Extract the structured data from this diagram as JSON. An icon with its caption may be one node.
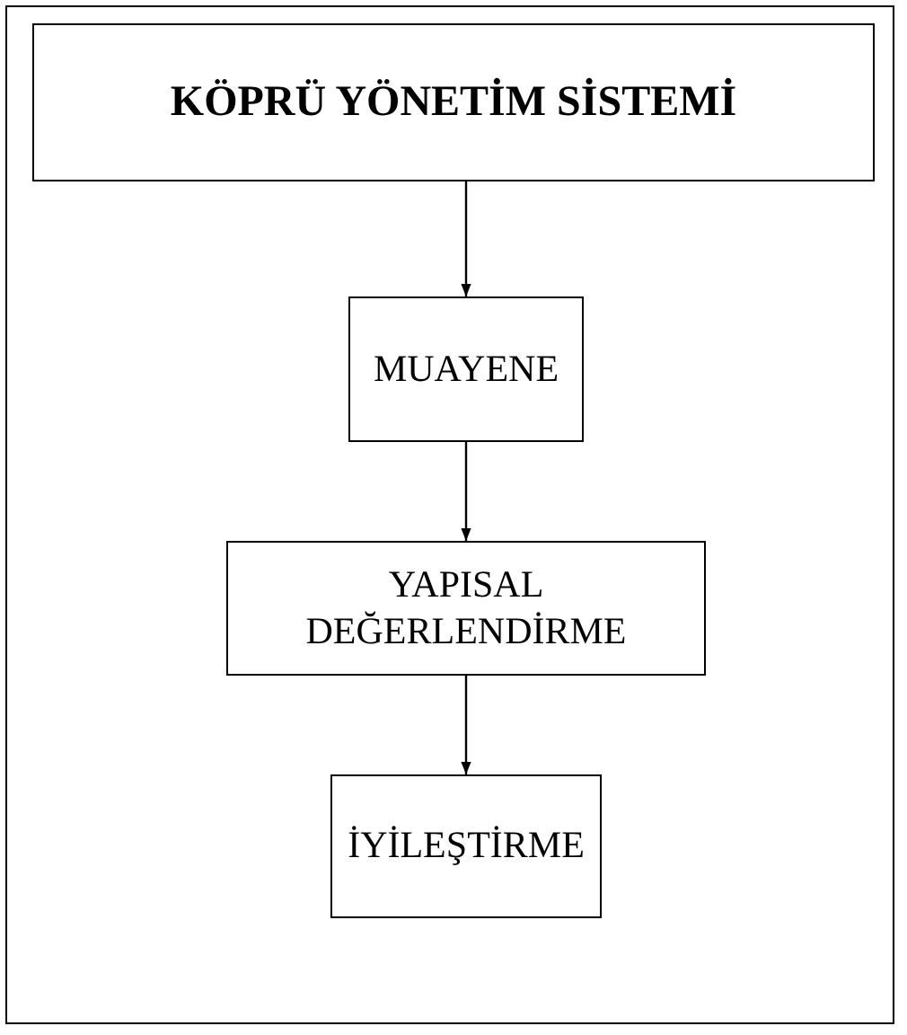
{
  "diagram": {
    "nodes": [
      {
        "text": [],
        "shape": "box"
      },
      {
        "text": [
          "KÖPRÜ YÖNETİM SİSTEMİ"
        ],
        "in": 0
      },
      {
        "text": [
          "MUAYENE"
        ],
        "in": 0
      },
      {
        "text": [
          "YAPISAL DEĞERLENDİRME"
        ],
        "in": 0
      },
      {
        "text": [
          "İYİLEŞTİRME"
        ],
        "in": 0
      }
    ],
    "edges": [
      {
        "from": 1,
        "to": 2,
        "arrow": "to"
      },
      {
        "from": 2,
        "to": 3,
        "arrow": "to"
      },
      {
        "from": 3,
        "to": 4,
        "arrow": "to"
      }
    ]
  }
}
